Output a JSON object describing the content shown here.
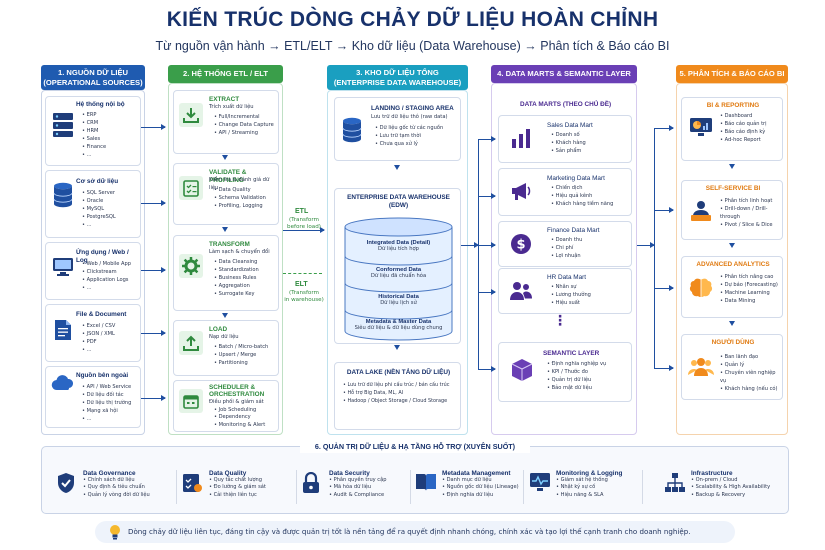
{
  "title": "KIẾN TRÚC DÒNG CHẢY DỮ LIỆU HOÀN CHỈNH",
  "subtitle": "Từ nguồn vận hành → ETL/ELT → Kho dữ liệu (Data Warehouse) → Phân tích & Báo cáo BI",
  "colors": {
    "blue": "#1f5bb0",
    "green": "#3a9e4a",
    "teal": "#1a9fc0",
    "purple": "#6a3fb5",
    "orange": "#f08a1c",
    "navy": "#17316b"
  },
  "columns": [
    {
      "label": "1. NGUỒN DỮ LIỆU\n(OPERATIONAL SOURCES)"
    },
    {
      "label": "2. HỆ THỐNG ETL / ELT"
    },
    {
      "label": "3. KHO DỮ LIỆU TỔNG\n(ENTERPRISE DATA WAREHOUSE)"
    },
    {
      "label": "4. DATA MARTS & SEMANTIC LAYER"
    },
    {
      "label": "5. PHÂN TÍCH & BÁO CÁO BI"
    }
  ],
  "sources": [
    {
      "title": "Hệ thống nội bộ",
      "icon": "server-icon",
      "items": [
        "ERP",
        "CRM",
        "HRM",
        "Sales",
        "Finance",
        "..."
      ]
    },
    {
      "title": "Cơ sở dữ liệu",
      "icon": "database-icon",
      "items": [
        "SQL Server",
        "Oracle",
        "MySQL",
        "PostgreSQL",
        "..."
      ]
    },
    {
      "title": "Ứng dụng / Web / Log",
      "icon": "monitor-icon",
      "items": [
        "Web / Mobile App",
        "Clickstream",
        "Application Logs",
        "..."
      ]
    },
    {
      "title": "File & Document",
      "icon": "document-icon",
      "items": [
        "Excel / CSV",
        "JSON / XML",
        "PDF",
        "..."
      ]
    },
    {
      "title": "Nguồn bên ngoài",
      "icon": "cloud-icon",
      "items": [
        "API / Web Service",
        "Dữ liệu đối tác",
        "Dữ liệu thị trường",
        "Mạng xã hội",
        "..."
      ]
    }
  ],
  "etl": [
    {
      "title": "EXTRACT",
      "desc": "Trích xuất dữ liệu",
      "icon": "download-icon",
      "items": [
        "Full/Incremental",
        "Change Data Capture",
        "API / Streaming"
      ]
    },
    {
      "title": "VALIDATE & PROFILING",
      "desc": "Kiểm tra & đánh giá dữ liệu",
      "icon": "checklist-icon",
      "items": [
        "Data Quality",
        "Schema Validation",
        "Profiling, Logging"
      ]
    },
    {
      "title": "TRANSFORM",
      "desc": "Làm sạch & chuyển đổi",
      "icon": "gear-icon",
      "items": [
        "Data Cleansing",
        "Standardization",
        "Business Rules",
        "Aggregation",
        "Surrogate Key"
      ]
    },
    {
      "title": "LOAD",
      "desc": "Nạp dữ liệu",
      "icon": "upload-icon",
      "items": [
        "Batch / Micro-batch",
        "Upsert / Merge",
        "Partitioning"
      ]
    },
    {
      "title": "SCHEDULER &\nORCHESTRATION",
      "desc": "Điều phối & giám sát",
      "icon": "calendar-icon",
      "items": [
        "Job Scheduling",
        "Dependency",
        "Monitoring & Alert"
      ]
    }
  ],
  "etl_label": {
    "title": "ETL",
    "sub": "(Transform\nbefore load)"
  },
  "elt_label": {
    "title": "ELT",
    "sub": "(Transform\nin warehouse)"
  },
  "staging": {
    "title": "LANDING / STAGING AREA",
    "desc": "Lưu trữ dữ liệu thô (raw data)",
    "items": [
      "Dữ liệu gốc từ các nguồn",
      "Lưu trữ tạm thời",
      "Chưa qua xử lý"
    ]
  },
  "edw": {
    "title": "ENTERPRISE DATA WAREHOUSE\n(EDW)",
    "layers": [
      {
        "title": "Integrated Data (Detail)",
        "desc": "Dữ liệu tích hợp"
      },
      {
        "title": "Conformed Data",
        "desc": "Dữ liệu đã chuẩn hóa"
      },
      {
        "title": "Historical Data",
        "desc": "Dữ liệu lịch sử"
      },
      {
        "title": "Metadata & Master Data",
        "desc": "Siêu dữ liệu & dữ liệu dùng chung"
      }
    ]
  },
  "lake": {
    "title": "DATA LAKE (NỀN TẢNG DỮ LIỆU)",
    "items": [
      "Lưu trữ dữ liệu phi cấu trúc / bán cấu trúc",
      "Hỗ trợ Big Data, ML, AI",
      "Hadoop / Object Storage / Cloud Storage"
    ]
  },
  "marts_title": "DATA MARTS (THEO CHỦ ĐỀ)",
  "marts": [
    {
      "title": "Sales Data Mart",
      "icon": "bar-chart-icon",
      "items": [
        "Doanh số",
        "Khách hàng",
        "Sản phẩm"
      ]
    },
    {
      "title": "Marketing Data Mart",
      "icon": "megaphone-icon",
      "items": [
        "Chiến dịch",
        "Hiệu quả kênh",
        "Khách hàng tiềm năng"
      ]
    },
    {
      "title": "Finance Data Mart",
      "icon": "dollar-icon",
      "items": [
        "Doanh thu",
        "Chi phí",
        "Lợi nhuận"
      ]
    },
    {
      "title": "HR Data Mart",
      "icon": "people-icon",
      "items": [
        "Nhân sự",
        "Lương thưởng",
        "Hiệu suất"
      ]
    }
  ],
  "ellipsis": "⋮",
  "semantic": {
    "title": "SEMANTIC LAYER",
    "icon": "cube-icon",
    "items": [
      "Định nghĩa nghiệp vụ",
      "KPI / Thước đo",
      "Quản trị dữ liệu",
      "Bảo mật dữ liệu"
    ]
  },
  "bi": [
    {
      "title": "BI & REPORTING",
      "icon": "dashboard-icon",
      "items": [
        "Dashboard",
        "Báo cáo quản trị",
        "Báo cáo định kỳ",
        "Ad-hoc Report"
      ]
    },
    {
      "title": "SELF-SERVICE BI",
      "icon": "analyst-icon",
      "items": [
        "Phân tích linh hoạt",
        "Drill-down / Drill-through",
        "Pivot / Slice & Dice"
      ]
    },
    {
      "title": "ADVANCED ANALYTICS",
      "icon": "brain-icon",
      "items": [
        "Phân tích nâng cao",
        "Dự báo (Forecasting)",
        "Machine Learning",
        "Data Mining"
      ]
    },
    {
      "title": "NGƯỜI DÙNG",
      "icon": "users-icon",
      "items": [
        "Ban lãnh đạo",
        "Quản lý",
        "Chuyên viên nghiệp vụ",
        "Khách hàng (nếu có)"
      ]
    }
  ],
  "governance": {
    "title": "6. QUẢN TRỊ DỮ LIỆU & HẠ TẦNG HỖ TRỢ (XUYÊN SUỐT)",
    "items": [
      {
        "title": "Data Governance",
        "icon": "shield-icon",
        "items": [
          "Chính sách dữ liệu",
          "Quy định & tiêu chuẩn",
          "Quản lý vòng đời dữ liệu"
        ]
      },
      {
        "title": "Data Quality",
        "icon": "quality-icon",
        "items": [
          "Quy tắc chất lượng",
          "Đo lường & giám sát",
          "Cải thiện liên tục"
        ]
      },
      {
        "title": "Data Security",
        "icon": "lock-icon",
        "items": [
          "Phân quyền truy cập",
          "Mã hóa dữ liệu",
          "Audit & Compliance"
        ]
      },
      {
        "title": "Metadata Management",
        "icon": "book-icon",
        "items": [
          "Danh mục dữ liệu",
          "Nguồn gốc dữ liệu (Lineage)",
          "Định nghĩa dữ liệu"
        ]
      },
      {
        "title": "Monitoring & Logging",
        "icon": "pulse-icon",
        "items": [
          "Giám sát hệ thống",
          "Nhật ký sự cố",
          "Hiệu năng & SLA"
        ]
      },
      {
        "title": "Infrastructure",
        "icon": "network-icon",
        "items": [
          "On-prem / Cloud",
          "Scalability & High Availability",
          "Backup & Recovery"
        ]
      }
    ]
  },
  "footer": "Dòng chảy dữ liệu liên tục, đáng tin cậy và được quản trị tốt là nền tảng để ra quyết định nhanh chóng, chính xác và tạo lợi thế cạnh tranh cho doanh nghiệp."
}
